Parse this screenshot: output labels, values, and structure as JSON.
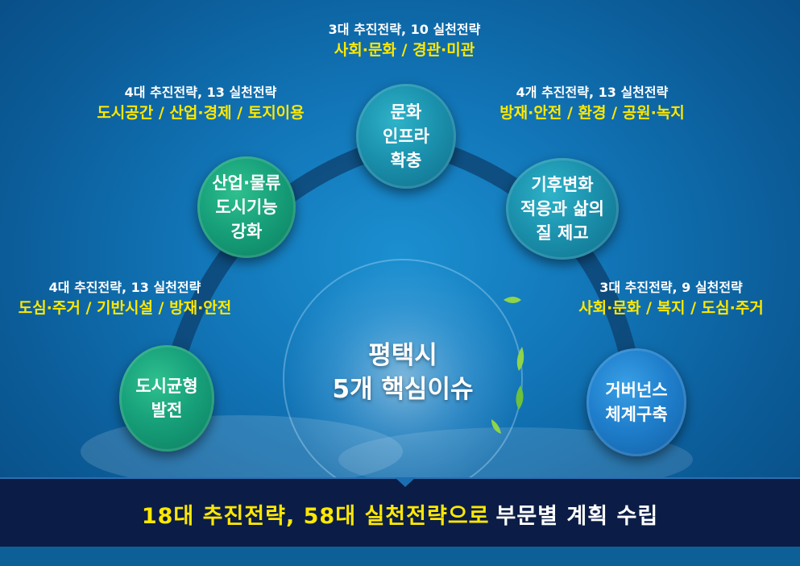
{
  "center": {
    "title": "평택시\n5개 핵심이슈"
  },
  "nodes": [
    {
      "title": "도시균형\n발전",
      "strategy": "4대 추진전략, 13 실천전략",
      "areas": "도심·주거 / 기반시설 / 방재·안전"
    },
    {
      "title": "산업·물류\n도시기능\n강화",
      "strategy": "4대 추진전략, 13 실천전략",
      "areas": "도시공간 / 산업·경제 / 토지이용"
    },
    {
      "title": "문화\n인프라\n확충",
      "strategy": "3대 추진전략, 10 실천전략",
      "areas": "사회·문화 / 경관·미관"
    },
    {
      "title": "기후변화\n적응과 삶의\n질 제고",
      "strategy": "4개 추진전략, 13 실천전략",
      "areas": "방재·안전 / 환경 / 공원·녹지"
    },
    {
      "title": "거버넌스\n체계구축",
      "strategy": "3대 추진전략, 9 실천전략",
      "areas": "사회·문화 / 복지 / 도심·주거"
    }
  ],
  "banner": {
    "highlight": "18대  추진전략, 58대 실천전략으로",
    "rest": "부문별 계획 수립"
  },
  "colors": {
    "accent_yellow": "#ffe800",
    "banner_bg": "#0b1d46",
    "background": "#1276b8"
  }
}
